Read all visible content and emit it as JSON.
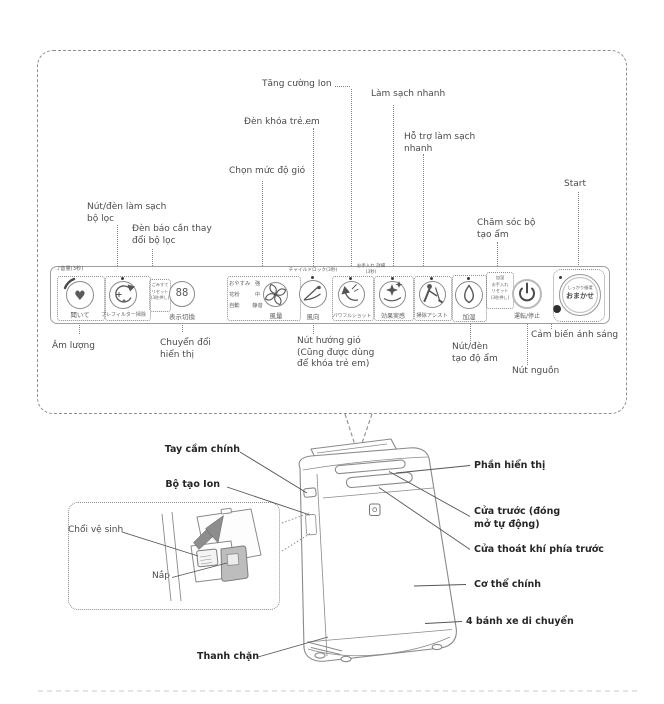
{
  "colors": {
    "panel_border": "#9f9f9f",
    "dotted_line": "#818181",
    "label_text": "#4a4a4a",
    "bold_label_text": "#262626",
    "led": "#3c3c3c",
    "line_art": "#8a8a8a",
    "sensor_dot": "#2f2f2f"
  },
  "icons": {
    "listen": "heart-icon",
    "listen_glyph": "♥",
    "prefilter": "rotating-clean-icon",
    "fan": "fan-blades-icon",
    "direction": "louver-direction-icon",
    "powerful": "shot-arrow-icon",
    "effect": "sparkle-effect-icon",
    "assist": "cleaning-person-icon",
    "humidify": "water-drop-icon",
    "power": "power-symbol-icon"
  },
  "panel": {
    "notes": {
      "volume": "♪音量(3秒)",
      "child_lock": "チャイルドロック(3秒)",
      "care1": "お手入れ 詳細",
      "care2": "(3秒)"
    },
    "buttons": {
      "listen": {
        "label": "聞いて"
      },
      "prefilter": {
        "label": "プレフィルター掃除"
      },
      "dust_reset": {
        "text": "ごみすて\nリセット\n(3秒押し)"
      },
      "display": {
        "digits": "88",
        "label": "表示切換"
      },
      "mode_col1": "おやすみ\n花粉\n自動",
      "mode_col2": "強\n中\n静音",
      "fan": {
        "label": "風量"
      },
      "direction": {
        "label": "風向"
      },
      "powerful": {
        "label": "パワフルショット"
      },
      "effect": {
        "label": "効果実感"
      },
      "assist": {
        "label": "掃除アシスト"
      },
      "humidify": {
        "label": "加湿"
      },
      "humid_reset": {
        "text": "加湿\nお手入れ\nリセット\n(3秒押し)"
      },
      "power": {
        "label": "運転/停止"
      },
      "auto": {
        "line1": "しっかり循環",
        "line2": "おまかせ"
      }
    }
  },
  "callouts": {
    "top": {
      "filter_clean": "Nút/đèn làm sạch\nbộ lọc",
      "filter_replace": "Đèn báo cần thay\nđổi bộ lọc",
      "fan_level": "Chọn mức độ gió",
      "child_lock": "Đèn khóa trẻ em",
      "ion_boost": "Tăng cường Ion",
      "quick_clean": "Làm sạch nhanh",
      "quick_assist": "Hỗ trợ làm sạch\nnhanh",
      "humid_care": "Chăm sóc bộ\ntạo ẩm",
      "start": "Start"
    },
    "bottom": {
      "volume": "Âm lượng",
      "display_switch": "Chuyển đổi\nhiển thị",
      "wind_button": "Nút hướng gió\n(Cũng được dùng\nđể khóa trẻ em)",
      "humid_button": "Nút/đèn\ntạo độ ẩm",
      "power_button": "Nút nguồn",
      "light_sensor": "Cảm biến ánh sáng"
    }
  },
  "unit": {
    "handle": "Tay cầm chính",
    "ion_unit": "Bộ tạo Ion",
    "display": "Phần hiển thị",
    "front_door": "Cửa trước (đóng\nmở tự động)",
    "front_outlet": "Cửa thoát khí phía trước",
    "body": "Cơ thể chính",
    "wheels": "4 bánh xe di chuyển",
    "stopper": "Thanh chặn"
  },
  "inset": {
    "brush": "Chổi vệ sinh",
    "cap": "Nắp"
  }
}
